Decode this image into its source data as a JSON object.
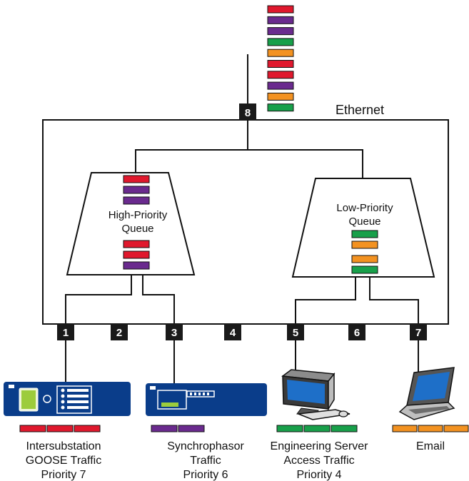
{
  "colors": {
    "red": "#e0182d",
    "purple": "#6a2a8e",
    "green": "#18a04a",
    "orange": "#f39221",
    "device_blue": "#0a3d8a",
    "port_black": "#1a1a1a",
    "line": "#111111"
  },
  "network": {
    "label": "Ethernet",
    "uplink_port": "8",
    "ports": [
      "1",
      "2",
      "3",
      "4",
      "5",
      "6",
      "7"
    ]
  },
  "uplink_stream": [
    "red",
    "purple",
    "purple",
    "green",
    "orange",
    "red",
    "red",
    "purple",
    "orange",
    "green"
  ],
  "queues": [
    {
      "name_lines": [
        "High-Priority",
        "Queue"
      ],
      "top_packets": [
        "red",
        "purple",
        "purple"
      ],
      "bottom_packets": [
        "red",
        "red",
        "purple"
      ]
    },
    {
      "name_lines": [
        "Low-Priority",
        "Queue"
      ],
      "top_packets": [
        "green",
        "orange"
      ],
      "bottom_packets": [
        "orange",
        "green"
      ]
    }
  ],
  "devices": [
    {
      "icon": "relay-device-icon",
      "port": "1",
      "packet_color": "red",
      "packet_count": 3,
      "label_lines": [
        "Intersubstation",
        "GOOSE Traffic",
        "Priority 7"
      ]
    },
    {
      "icon": "synchrophasor-device-icon",
      "port": "3",
      "packet_color": "purple",
      "packet_count": 2,
      "label_lines": [
        "Synchrophasor",
        "Traffic",
        "Priority 6"
      ]
    },
    {
      "icon": "desktop-computer-icon",
      "port": "5",
      "packet_color": "green",
      "packet_count": 3,
      "label_lines": [
        "Engineering Server",
        "Access Traffic",
        "Priority 4"
      ]
    },
    {
      "icon": "laptop-icon",
      "port": "7",
      "packet_color": "orange",
      "packet_count": 3,
      "label_lines": [
        "Email"
      ]
    }
  ]
}
